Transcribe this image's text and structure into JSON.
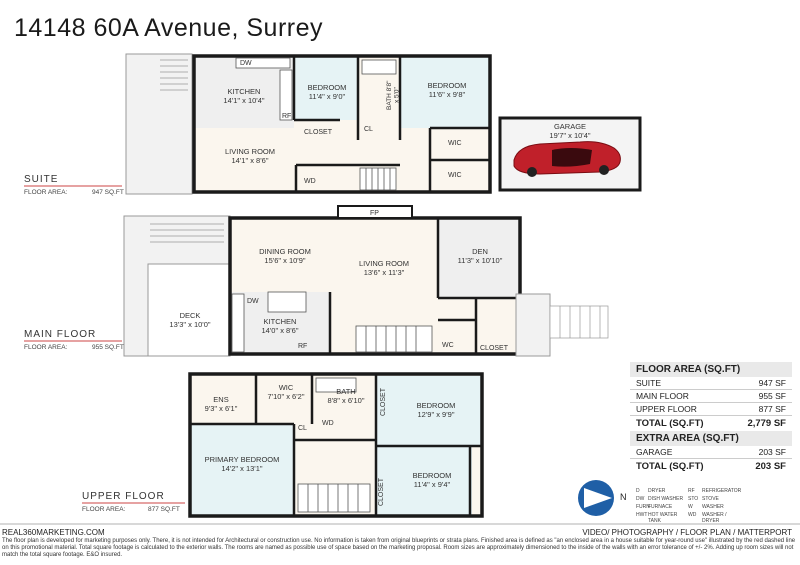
{
  "title": "14148 60A Avenue, Surrey",
  "floors": {
    "suite": {
      "name": "SUITE",
      "area_label": "FLOOR AREA:",
      "area_value": "947 SQ.FT"
    },
    "main": {
      "name": "MAIN FLOOR",
      "area_label": "FLOOR AREA:",
      "area_value": "955 SQ.FT"
    },
    "upper": {
      "name": "UPPER FLOOR",
      "area_label": "FLOOR AREA:",
      "area_value": "877 SQ.FT"
    }
  },
  "rooms": {
    "suite_kitchen": {
      "name": "KITCHEN",
      "dim": "14'1\" x 10'4\""
    },
    "suite_bedroom1": {
      "name": "BEDROOM",
      "dim": "11'4\" x 9'0\""
    },
    "suite_bath": {
      "name": "BATH",
      "dim": "8'8\" x 5'0\""
    },
    "suite_bedroom2": {
      "name": "BEDROOM",
      "dim": "11'6\" x 9'8\""
    },
    "suite_living": {
      "name": "LIVING ROOM",
      "dim": "14'1\" x 8'6\""
    },
    "garage": {
      "name": "GARAGE",
      "dim": "19'7\" x 10'4\""
    },
    "dining": {
      "name": "DINING ROOM",
      "dim": "15'6\" x 10'9\""
    },
    "main_living": {
      "name": "LIVING ROOM",
      "dim": "13'6\" x 11'3\""
    },
    "den": {
      "name": "DEN",
      "dim": "11'3\" x 10'10\""
    },
    "deck": {
      "name": "DECK",
      "dim": "13'3\" x 10'0\""
    },
    "main_kitchen": {
      "name": "KITCHEN",
      "dim": "14'0\" x 8'6\""
    },
    "ens": {
      "name": "ENS",
      "dim": "9'3\" x 6'1\""
    },
    "wic_upper": {
      "name": "WIC",
      "dim": "7'10\" x 6'2\""
    },
    "upper_bath": {
      "name": "BATH",
      "dim": "8'8\" x 6'10\""
    },
    "upper_bedroom1": {
      "name": "BEDROOM",
      "dim": "12'9\" x 9'9\""
    },
    "primary": {
      "name": "PRIMARY BEDROOM",
      "dim": "14'2\" x 13'1\""
    },
    "upper_bedroom2": {
      "name": "BEDROOM",
      "dim": "11'4\" x 9'4\""
    }
  },
  "small_labels": {
    "dw": "DW",
    "rf": "RF",
    "closet": "CLOSET",
    "cl": "CL",
    "wic": "WIC",
    "wd": "WD",
    "fp": "FP",
    "wc": "WC"
  },
  "area_table": {
    "floor_head": "FLOOR AREA (SQ.FT)",
    "rows": [
      {
        "label": "SUITE",
        "value": "947 SF"
      },
      {
        "label": "MAIN FLOOR",
        "value": "955 SF"
      },
      {
        "label": "UPPER FLOOR",
        "value": "877 SF"
      }
    ],
    "total_label": "TOTAL (SQ.FT)",
    "total_value": "2,779 SF",
    "extra_head": "EXTRA AREA (SQ.FT)",
    "extra_rows": [
      {
        "label": "GARAGE",
        "value": "203 SF"
      }
    ],
    "extra_total_label": "TOTAL (SQ.FT)",
    "extra_total_value": "203 SF"
  },
  "compass": {
    "label": "N"
  },
  "legend": [
    {
      "k": "D",
      "v": "DRYER"
    },
    {
      "k": "RF",
      "v": "REFRIGERATOR"
    },
    {
      "k": "DW",
      "v": "DISH WASHER"
    },
    {
      "k": "STO",
      "v": "STOVE"
    },
    {
      "k": "FURN",
      "v": "FURNACE"
    },
    {
      "k": "W",
      "v": "WASHER"
    },
    {
      "k": "HWT",
      "v": "HOT WATER TANK"
    },
    {
      "k": "WD",
      "v": "WASHER / DRYER"
    }
  ],
  "footer": {
    "left": "REAL360MARKETING.COM",
    "right": "VIDEO/ PHOTOGRAPHY / FLOOR PLAN / MATTERPORT",
    "disclaimer": "The floor plan is developed for marketing purposes only. There, it is not intended for Architectural or construction use. No information is taken from original blueprints or strata plans. Finished area is defined as \"an enclosed area in a house suitable for year-round use\" illustrated by the red dashed line on this promotional material. Total square footage is calculated to the exterior walls. The rooms are named as possible use of space based on the marketing proposal. Room sizes are approximately dimensioned to the inside of the walls with an error tolerance of +/- 2%. Adding up room sizes will not match the total square footage. E&O insured."
  }
}
